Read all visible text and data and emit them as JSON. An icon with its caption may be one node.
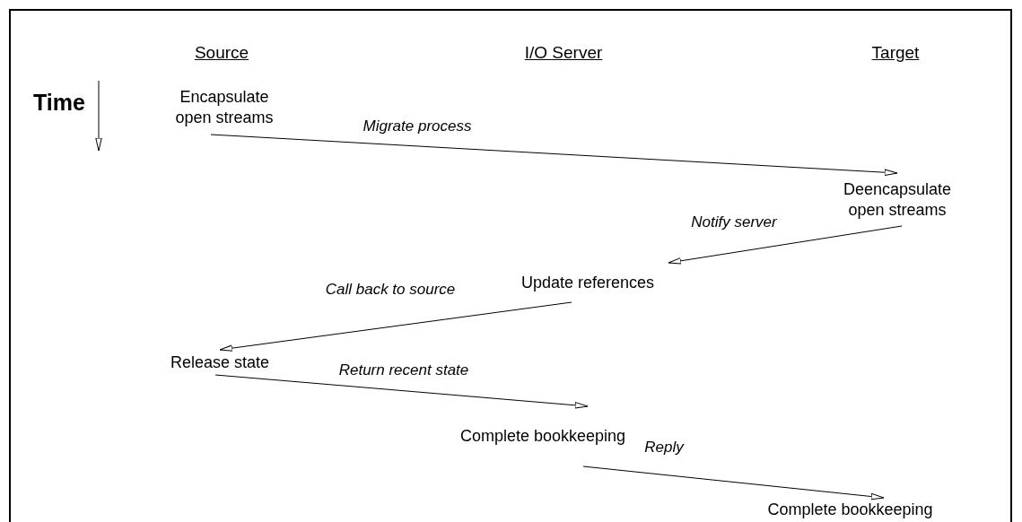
{
  "diagram": {
    "nodes": [
      {
        "text": [
          "Encapsulate open streams"
        ]
      },
      {
        "text": [
          "Deencapsulate open streams"
        ]
      },
      {
        "text": [
          "Update references"
        ]
      },
      {
        "text": [
          "Release state"
        ]
      },
      {
        "text": [
          "Complete bookkeeping"
        ]
      },
      {
        "text": [
          "Complete bookkeeping"
        ]
      }
    ],
    "edges": [
      {
        "from": 0,
        "to": 1,
        "arrow": "to",
        "label": "Migrate process"
      },
      {
        "from": 1,
        "to": 2,
        "arrow": "to",
        "label": "Notify server"
      },
      {
        "from": 2,
        "to": 3,
        "arrow": "to",
        "label": "Call back to source"
      },
      {
        "from": 3,
        "to": 4,
        "arrow": "to",
        "label": "Return recent state"
      },
      {
        "from": 4,
        "to": 5,
        "arrow": "to",
        "label": "Reply"
      }
    ],
    "labels": [
      "Source",
      "I/O Server",
      "Target",
      "Time"
    ]
  }
}
